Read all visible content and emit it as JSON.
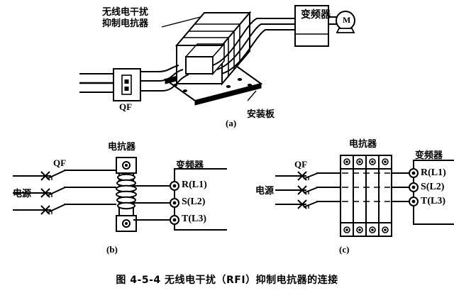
{
  "figure": {
    "caption": "图 4-5-4    无线电干扰（RFI）抑制电抗器的连接",
    "background_color": "#ffffff",
    "line_color": "#000000"
  },
  "panel_a": {
    "sub_label": "(a)",
    "reactor_callout_line1": "无线电干扰",
    "reactor_callout_line2": "抑制电抗器",
    "breaker_label": "QF",
    "mounting_plate_label": "安装板",
    "inverter_label": "变频器",
    "motor_label": "M"
  },
  "panel_b": {
    "sub_label": "(b)",
    "reactor_label": "电抗器",
    "breaker_label": "QF",
    "source_label": "电源",
    "inverter_label": "变频器",
    "terminals": [
      {
        "name": "R(L1)"
      },
      {
        "name": "S(L2)"
      },
      {
        "name": "T(L3)"
      }
    ]
  },
  "panel_c": {
    "sub_label": "(c)",
    "reactor_label": "电抗器",
    "breaker_label": "QF",
    "source_label": "电源",
    "inverter_label": "变频器",
    "terminals": [
      {
        "name": "R(L1)"
      },
      {
        "name": "S(L2)"
      },
      {
        "name": "T(L3)"
      }
    ]
  }
}
